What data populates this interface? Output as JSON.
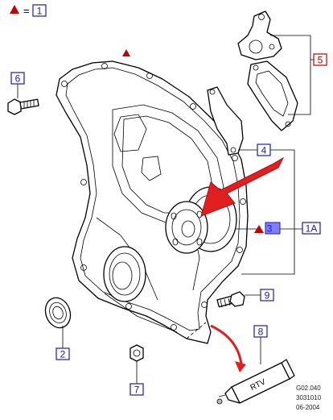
{
  "legend": {
    "equals": "=",
    "number": "1"
  },
  "callouts": {
    "c1A": "1A",
    "c2": "2",
    "c3": "3",
    "c4": "4",
    "c5": "5",
    "c6": "6",
    "c7": "7",
    "c8": "8",
    "c9": "9"
  },
  "tube_label": "RTV",
  "ref_codes": [
    "G02.040",
    "3031010",
    "06-2004"
  ],
  "colors": {
    "callout_blue": "#1a1aa8",
    "callout_red": "#c00000",
    "arrow_red": "#e02020",
    "highlight_box": "#7f7fff"
  }
}
